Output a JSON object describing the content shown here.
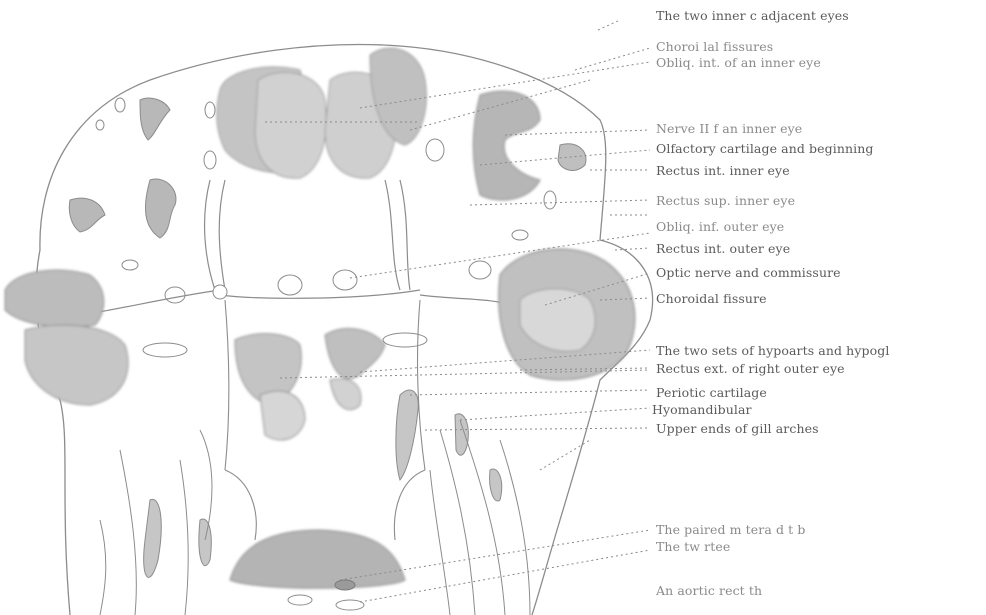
{
  "labels": [
    {
      "id": "l1",
      "text": "The two inner c adjacent eyes"
    },
    {
      "id": "l2",
      "text": "Choroi lal fissures"
    },
    {
      "id": "l3",
      "text": "Obliq. int. of an inner eye"
    },
    {
      "id": "l4",
      "text": "Nerve II  f an inner eye"
    },
    {
      "id": "l5",
      "text": "Olfactory cartilage and beginning"
    },
    {
      "id": "l6",
      "text": "Rectus int. inner eye"
    },
    {
      "id": "l7",
      "text": "Rectus sup. inner eye"
    },
    {
      "id": "l8",
      "text": "Obliq. inf. outer eye"
    },
    {
      "id": "l9",
      "text": "Rectus int. outer eye"
    },
    {
      "id": "l10",
      "text": "Optic nerve and commissure"
    },
    {
      "id": "l11",
      "text": "Choroidal fissure"
    },
    {
      "id": "l12",
      "text": "The two sets of hypoarts and hypogl"
    },
    {
      "id": "l13",
      "text": "Rectus ext. of right outer eye"
    },
    {
      "id": "l14",
      "text": "Periotic cartilage"
    },
    {
      "id": "l15",
      "text": "Hyomandibular"
    },
    {
      "id": "l16",
      "text": "Upper ends of gill arches"
    },
    {
      "id": "l17",
      "text": "The paired m  tera  d  t   b"
    },
    {
      "id": "l18",
      "text": "The tw  rtee"
    },
    {
      "id": "l19",
      "text": "An aortic rect  th"
    }
  ],
  "colors": {
    "outline": "#8c8c8c",
    "shade": "#bdbdbd",
    "shade_dark": "#a9a9a9",
    "text": "#5a5a5a"
  }
}
